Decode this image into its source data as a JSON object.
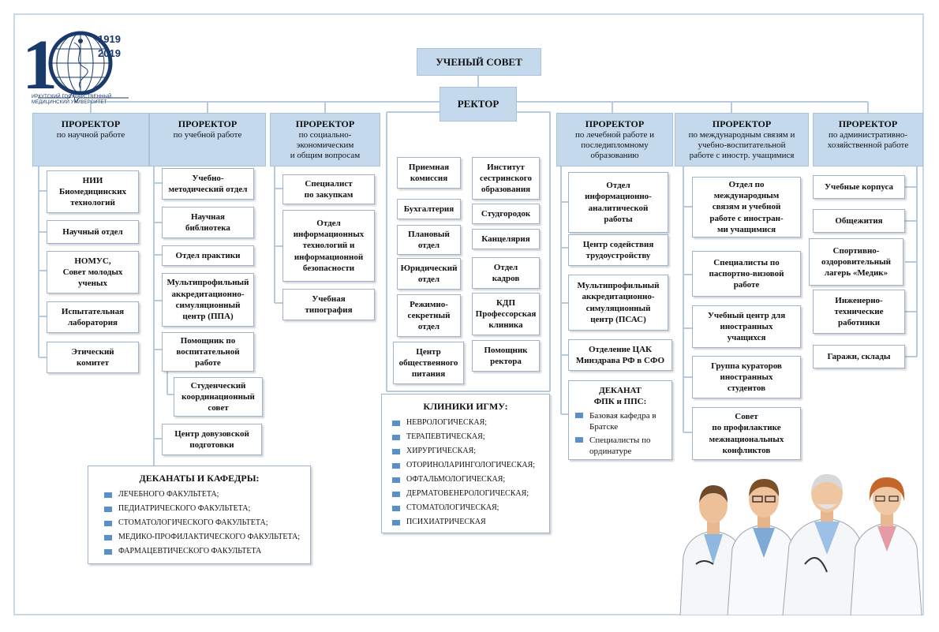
{
  "logo": {
    "year_start": "1919",
    "year_end": "2019",
    "university_line1": "ИРКУТСКИЙ ГОСУДАРСТВЕННЫЙ",
    "university_line2": "МЕДИЦИНСКИЙ УНИВЕРСИТЕТ",
    "colors": {
      "brand": "#1a3a6b"
    }
  },
  "council": "УЧЕНЫЙ СОВЕТ",
  "rector": "РЕКТОР",
  "colors": {
    "header_fill": "#c5d9ed",
    "connector": "#b7cbe0",
    "bullet": "#5b8fc7"
  },
  "columns": [
    {
      "title": "ПРОРЕКТОР",
      "subtitle": [
        "по научной работе"
      ],
      "items": [
        [
          "НИИ",
          "Биомедицинских",
          "технологий"
        ],
        [
          "Научный отдел"
        ],
        [
          "НОМУС,",
          "Совет молодых",
          "ученых"
        ],
        [
          "Испытательная",
          "лаборатория"
        ],
        [
          "Этический",
          "комитет"
        ]
      ]
    },
    {
      "title": "ПРОРЕКТОР",
      "subtitle": [
        "по учебной работе"
      ],
      "items": [
        [
          "Учебно-",
          "методический отдел"
        ],
        [
          "Научная",
          "библиотека"
        ],
        [
          "Отдел практики"
        ],
        [
          "Мультипрофильный",
          "аккредитационно-",
          "симуляционный",
          "центр (ППА)"
        ],
        [
          "Помощник по",
          "воспитательной",
          "работе"
        ],
        [
          "Студенческий",
          "координационный",
          "совет"
        ],
        [
          "Центр довузовской",
          "подготовки"
        ]
      ]
    },
    {
      "title": "ПРОРЕКТОР",
      "subtitle": [
        "по социально-",
        "экономическим",
        "и общим вопросам"
      ],
      "items": [
        [
          "Специалист",
          "по закупкам"
        ],
        [
          "Отдел",
          "информационных",
          "технологий и",
          "информационной",
          "безопасности"
        ],
        [
          "Учебная",
          "типография"
        ]
      ]
    },
    {
      "title": "ПРОРЕКТОР",
      "subtitle": [
        "по лечебной работе и",
        "последипломному",
        "образованию"
      ],
      "items": [
        [
          "Отдел",
          "информационно-",
          "аналитической",
          "работы"
        ],
        [
          "Центр содействия",
          "трудоустройству"
        ],
        [
          "Мультипрофильный",
          "аккредитационно-",
          "симуляционный",
          "центр (ПСАС)"
        ],
        [
          "Отделение ЦАК",
          "Минздрава РФ в СФО"
        ]
      ],
      "dekanat": {
        "title": [
          "ДЕКАНАТ",
          "ФПК и ППС:"
        ],
        "items": [
          [
            "Базовая кафедра в",
            "Братске"
          ],
          [
            "Специалисты по",
            "ординатуре"
          ]
        ]
      }
    },
    {
      "title": "ПРОРЕКТОР",
      "subtitle": [
        "по международным связям и",
        "учебно-воспитательной",
        "работе с иностр. учащимися"
      ],
      "items": [
        [
          "Отдел по",
          "международным",
          "связям и учебной",
          "работе с иностран-",
          "ми учащимися"
        ],
        [
          "Специалисты по",
          "паспортно-визовой",
          "работе"
        ],
        [
          "Учебный центр для",
          "иностранных",
          "учащихся"
        ],
        [
          "Группа кураторов",
          "иностранных",
          "студентов"
        ],
        [
          "Совет",
          "по профилактике",
          "межнациональных",
          "конфликтов"
        ]
      ]
    },
    {
      "title": "ПРОРЕКТОР",
      "subtitle": [
        "по административно-",
        "хозяйственной работе"
      ],
      "items": [
        [
          "Учебные корпуса"
        ],
        [
          "Общежития"
        ],
        [
          "Спортивно-",
          "оздоровительный",
          "лагерь «Медик»"
        ],
        [
          "Инженерно-",
          "технические",
          "работники"
        ],
        [
          "Гаражи, склады"
        ]
      ]
    }
  ],
  "rector_direct": {
    "left": [
      [
        "Приемная",
        "комиссия"
      ],
      [
        "Бухгалтерия"
      ],
      [
        "Плановый",
        "отдел"
      ],
      [
        "Юридический",
        "отдел"
      ],
      [
        "Режимно-",
        "секретный",
        "отдел"
      ],
      [
        "Центр",
        "общественного",
        "питания"
      ]
    ],
    "right": [
      [
        "Институт",
        "сестринского",
        "образования"
      ],
      [
        "Студгородок"
      ],
      [
        "Канцелярия"
      ],
      [
        "Отдел",
        "кадров"
      ],
      [
        "КДП",
        "Профессорская",
        "клиника"
      ],
      [
        "Помощник",
        "ректора"
      ]
    ]
  },
  "clinics": {
    "title": "КЛИНИКИ ИГМУ:",
    "items": [
      "НЕВРОЛОГИЧЕСКАЯ;",
      "ТЕРАПЕВТИЧЕСКАЯ;",
      "ХИРУРГИЧЕСКАЯ;",
      "ОТОРИНОЛАРИНГОЛОГИЧЕСКАЯ;",
      "ОФТАЛЬМОЛОГИЧЕСКАЯ;",
      "ДЕРМАТОВЕНЕРОЛОГИЧЕСКАЯ;",
      "СТОМАТОЛОГИЧЕСКАЯ;",
      "ПСИХИАТРИЧЕСКАЯ"
    ]
  },
  "deanery": {
    "title": "ДЕКАНАТЫ И КАФЕДРЫ:",
    "items": [
      "ЛЕЧЕБНОГО ФАКУЛЬТЕТА;",
      "ПЕДИАТРИЧЕСКОГО ФАКУЛЬТЕТА;",
      "СТОМАТОЛОГИЧЕСКОГО ФАКУЛЬТЕТА;",
      "МЕДИКО-ПРОФИЛАКТИЧЕСКОГО ФАКУЛЬТЕТА;",
      "ФАРМАЦЕВТИЧЕСКОГО ФАКУЛЬТЕТА"
    ]
  }
}
